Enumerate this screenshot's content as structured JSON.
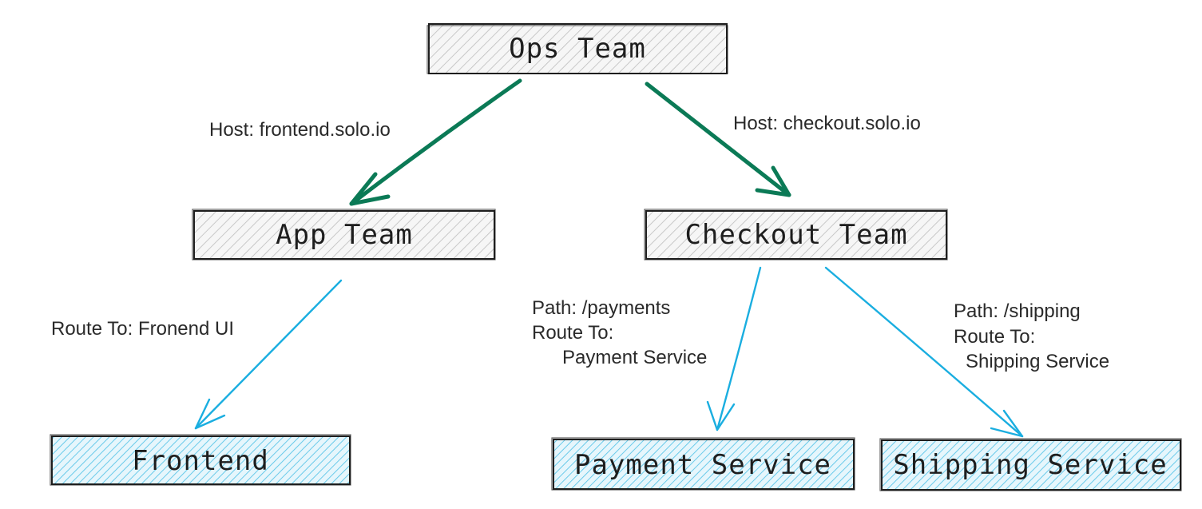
{
  "nodes": {
    "ops_team": "Ops Team",
    "app_team": "App Team",
    "checkout_team": "Checkout Team",
    "frontend": "Frontend",
    "payment_service": "Payment Service",
    "shipping_service": "Shipping Service"
  },
  "edges": {
    "ops_to_app": "Host: frontend.solo.io",
    "ops_to_checkout": "Host: checkout.solo.io",
    "app_to_frontend": "Route To: Fronend UI",
    "checkout_to_payment": [
      "Path: /payments",
      "Route To:",
      "Payment Service"
    ],
    "checkout_to_shipping": [
      "Path: /shipping",
      "Route To:",
      "Shipping Service"
    ]
  },
  "colors": {
    "team_fill_hatch": "#c8c8c8",
    "service_fill_hatch": "#5cc6e8",
    "green_arrow": "#0b7a56",
    "blue_arrow": "#1aaee0",
    "outline": "#1e1e1e"
  }
}
